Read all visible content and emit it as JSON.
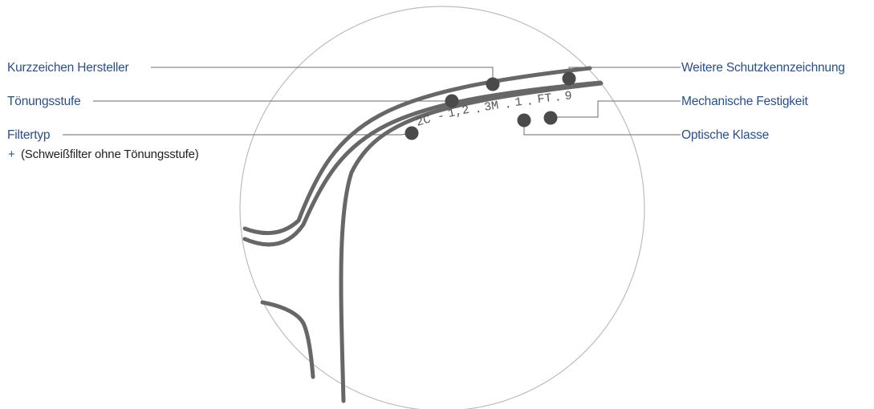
{
  "labels": {
    "manufacturer": "Kurzzeichen Hersteller",
    "shade": "Tönungsstufe",
    "filter_type": "Filtertyp",
    "filter_type_note_plus": "+",
    "filter_type_note": "(Schweißfilter ohne Tönungsstufe)",
    "additional_marking": "Weitere Schutzkennzeichnung",
    "mechanical_strength": "Mechanische Festigkeit",
    "optical_class": "Optische Klasse"
  },
  "marking": {
    "filter_code": "2C",
    "sep1": "-",
    "shade_value": "1,2",
    "sep2": ".",
    "manufacturer_code": "3M",
    "sep3": ".",
    "optical_class_value": "1",
    "sep4": ".",
    "mechanical_value": "FT",
    "sep5": ".",
    "additional_value": "9"
  },
  "colors": {
    "label_text": "#2a4f8c",
    "leader_line": "#6b6b6b",
    "frame": "#676767",
    "dot": "#4a4a4a",
    "circle_outline": "#bdbdbd"
  }
}
